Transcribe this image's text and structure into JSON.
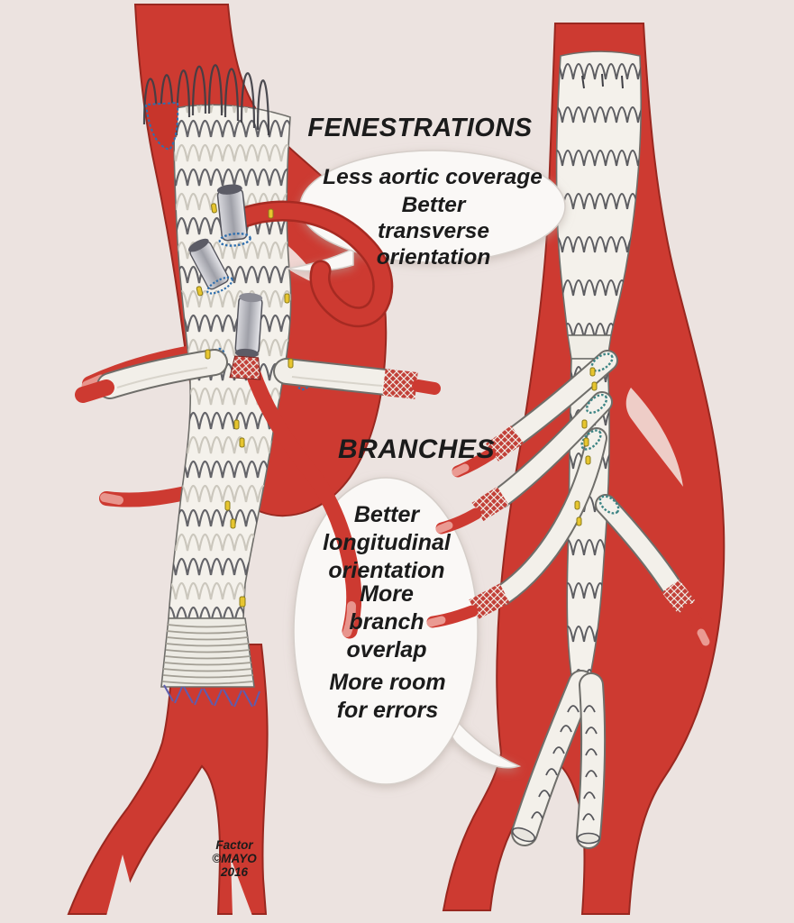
{
  "meta": {
    "background_color": "#ece3e0",
    "artery_red": "#cd3a31",
    "artery_edge_red": "#992820",
    "graft_white": "#f4f1eb",
    "wire_gray": "#4f4f55",
    "suture_blue": "#5d5dae",
    "fenestration_ring_blue": "#2f6fae",
    "branch_ring_teal": "#3c8484",
    "marker_gold": "#e7c52f",
    "bubble_fill": "#faf8f6",
    "text_color": "#1b1b1b"
  },
  "fenestrations": {
    "heading": "FENESTRATIONS",
    "notes": [
      "Less aortic coverage",
      "Better transverse orientation"
    ]
  },
  "branches": {
    "heading": "BRANCHES",
    "notes": [
      "Better longitudinal orientation",
      "More branch overlap",
      "More room for errors"
    ]
  },
  "credit": {
    "artist": "Factor",
    "copyright": "©MAYO",
    "year": "2016"
  }
}
